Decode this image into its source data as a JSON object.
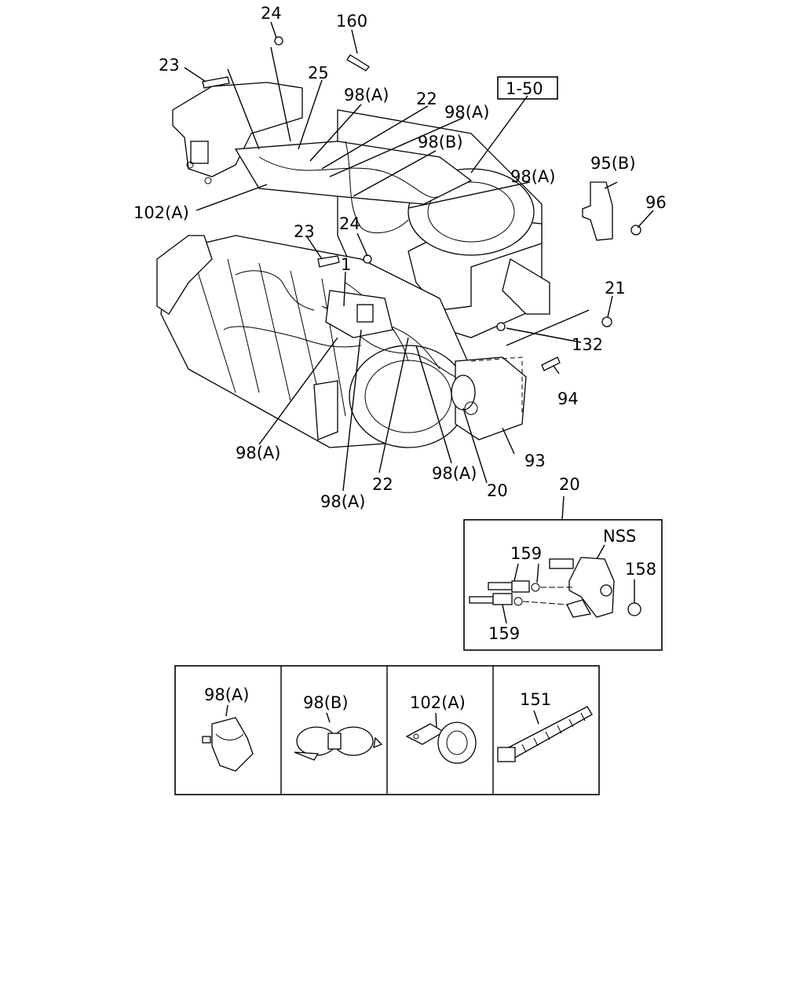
{
  "callouts": {
    "c24_top": "24",
    "c160": "160",
    "c23_top": "23",
    "c25": "25",
    "c98a_1": "98(A)",
    "c22_top": "22",
    "c98a_2": "98(A)",
    "c98b": "98(B)",
    "ref_1_50": "1-50",
    "c95b": "95(B)",
    "c96": "96",
    "c98a_3": "98(A)",
    "c102a": "102(A)",
    "c23_mid": "23",
    "c24_mid": "24",
    "c1": "1",
    "c21": "21",
    "c132": "132",
    "c94": "94",
    "c98a_left": "98(A)",
    "c93": "93",
    "c22_bottom": "22",
    "c98a_bottom_right": "98(A)",
    "c20": "20",
    "c98a_bottom": "98(A)"
  },
  "detail": {
    "title": "20",
    "nss": "NSS",
    "c159_top": "159",
    "c159_bottom": "159",
    "c158": "158"
  },
  "legend": [
    {
      "label": "98(A)",
      "icon": "clip-a-icon"
    },
    {
      "label": "98(B)",
      "icon": "clip-b-icon"
    },
    {
      "label": "102(A)",
      "icon": "clamp-icon"
    },
    {
      "label": "151",
      "icon": "cable-tie-icon"
    }
  ]
}
